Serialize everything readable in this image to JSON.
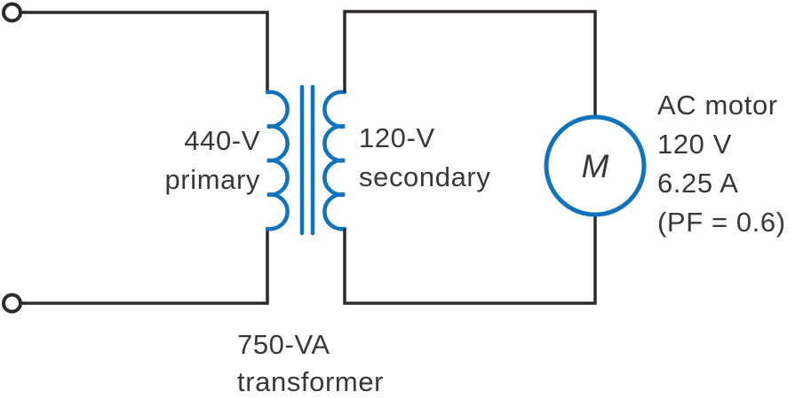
{
  "diagram_type": "electrical-circuit",
  "colors": {
    "wire": "#2d2a2b",
    "accent_blue": "#1173bc",
    "text": "#3a363b",
    "background": "#ffffff"
  },
  "labels": {
    "primary": {
      "line1": "440-V",
      "line2": "primary"
    },
    "secondary": {
      "line1": "120-V",
      "line2": "secondary"
    },
    "transformer": {
      "line1": "750-VA",
      "line2": "transformer"
    }
  },
  "motor": {
    "symbol": "M",
    "info": [
      "AC motor",
      "120 V",
      "6.25 A",
      "(PF = 0.6)"
    ]
  }
}
